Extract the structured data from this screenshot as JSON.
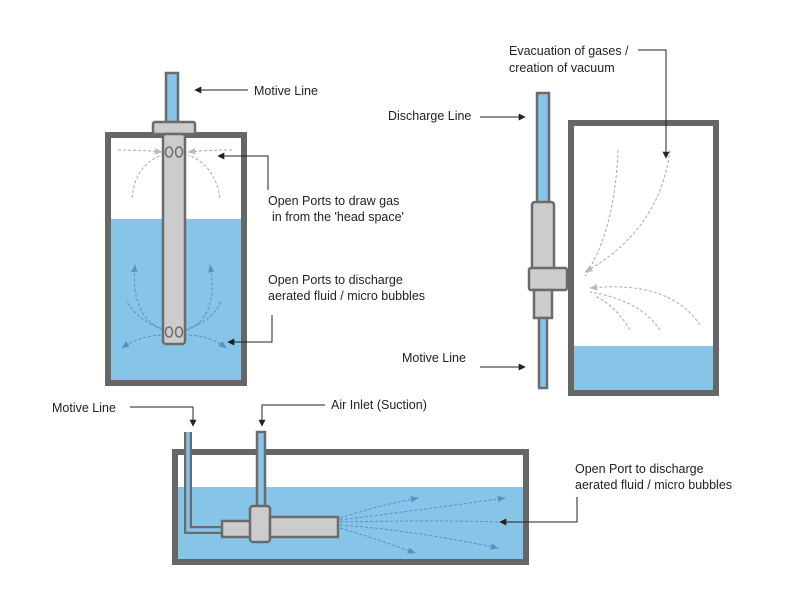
{
  "diagram1": {
    "motive_line": "Motive Line",
    "open_ports_gas_line1": "Open Ports to draw gas",
    "open_ports_gas_line2": "in from the 'head space'",
    "open_ports_discharge_line1": "Open Ports to discharge",
    "open_ports_discharge_line2": "aerated fluid / micro bubbles"
  },
  "diagram2": {
    "evacuation_line1": "Evacuation of gases /",
    "evacuation_line2": "creation of vacuum",
    "discharge_line": "Discharge Line",
    "motive_line": "Motive Line"
  },
  "diagram3": {
    "motive_line": "Motive Line",
    "air_inlet": "Air Inlet (Suction)",
    "open_port_line1": "Open Port to discharge",
    "open_port_line2": "aerated fluid / micro bubbles"
  },
  "colors": {
    "water": "#86c4e8",
    "tank_outline": "#666666",
    "pipe": "#cccccc",
    "bubble_arrow": "#5b8fc7",
    "gas_arrow": "#aaaaaa"
  }
}
